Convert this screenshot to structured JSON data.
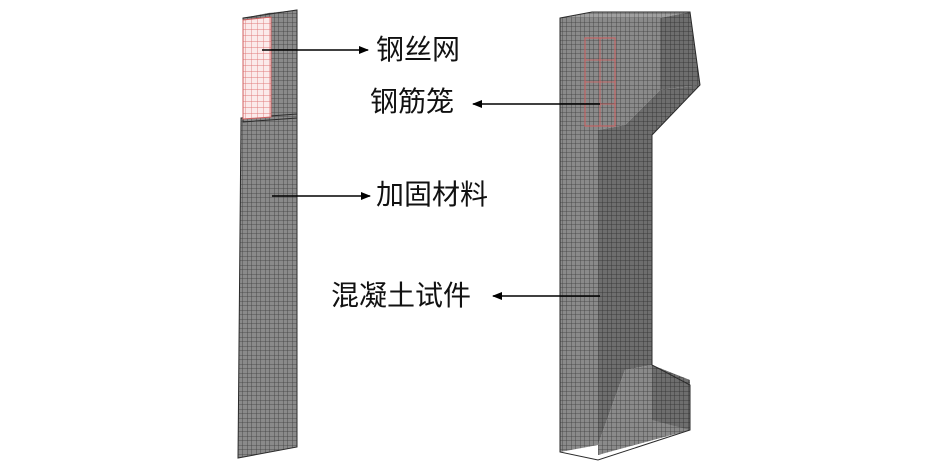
{
  "labels": {
    "wire_mesh": "钢丝网",
    "rebar_cage": "钢筋笼",
    "reinforcement_material": "加固材料",
    "concrete_specimen": "混凝土试件"
  },
  "colors": {
    "mesh_fill": "#7d7d7d",
    "mesh_line": "#3a3a3a",
    "wire_mesh": "#e88a8a",
    "arrow": "#000000"
  }
}
